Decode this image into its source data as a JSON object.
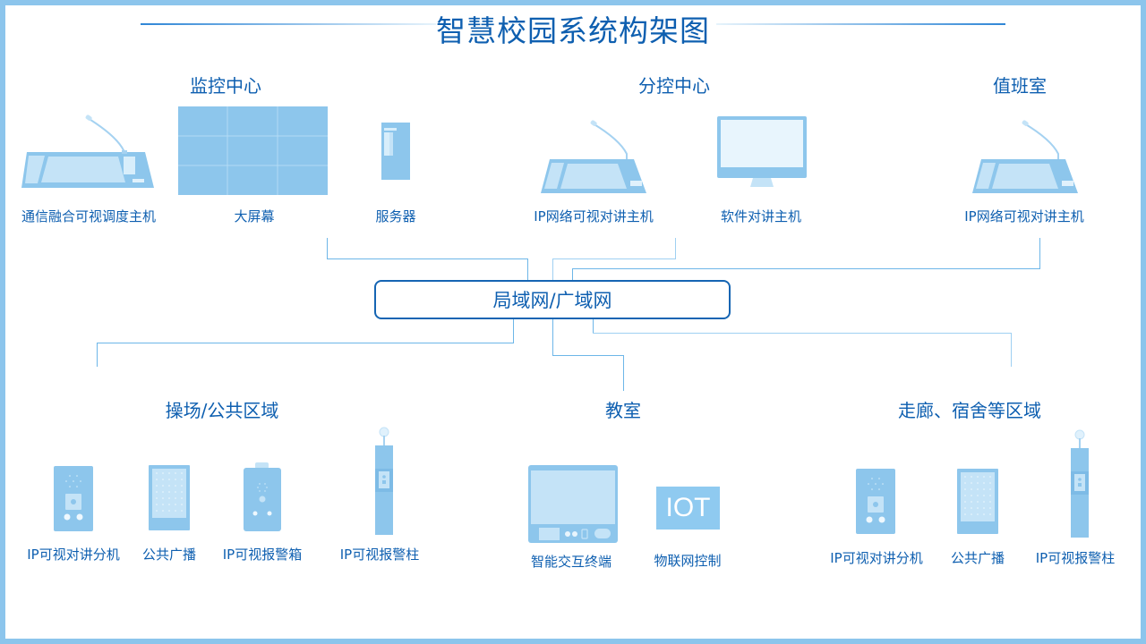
{
  "title": "智慧校园系统构架图",
  "colors": {
    "frame": "#8cc5ec",
    "device_fill": "#8dc6ec",
    "device_light": "#c4e3f7",
    "text": "#0e5fb0",
    "hub_border": "#1565b3",
    "connector": "#6db6e8"
  },
  "hub": {
    "label": "局域网/广域网"
  },
  "top_sections": [
    {
      "title": "监控中心",
      "devices": [
        {
          "label": "通信融合可视调度主机",
          "icon": "dispatch-console-icon"
        },
        {
          "label": "大屏幕",
          "icon": "video-wall-icon"
        },
        {
          "label": "服务器",
          "icon": "server-icon"
        }
      ]
    },
    {
      "title": "分控中心",
      "devices": [
        {
          "label": "IP网络可视对讲主机",
          "icon": "intercom-console-icon"
        },
        {
          "label": "软件对讲主机",
          "icon": "monitor-icon"
        }
      ]
    },
    {
      "title": "值班室",
      "devices": [
        {
          "label": "IP网络可视对讲主机",
          "icon": "intercom-console-icon"
        }
      ]
    }
  ],
  "bottom_sections": [
    {
      "title": "操场/公共区域",
      "devices": [
        {
          "label": "IP可视对讲分机",
          "icon": "intercom-panel-icon"
        },
        {
          "label": "公共广播",
          "icon": "speaker-icon"
        },
        {
          "label": "IP可视报警箱",
          "icon": "alarm-box-icon"
        },
        {
          "label": "IP可视报警柱",
          "icon": "alarm-pillar-icon"
        }
      ]
    },
    {
      "title": "教室",
      "devices": [
        {
          "label": "智能交互终端",
          "icon": "interactive-terminal-icon"
        },
        {
          "label": "物联网控制",
          "icon": "iot-icon",
          "icon_text": "IOT"
        }
      ]
    },
    {
      "title": "走廊、宿舍等区域",
      "devices": [
        {
          "label": "IP可视对讲分机",
          "icon": "intercom-panel-icon"
        },
        {
          "label": "公共广播",
          "icon": "speaker-icon"
        },
        {
          "label": "IP可视报警柱",
          "icon": "alarm-pillar-icon"
        }
      ]
    }
  ]
}
